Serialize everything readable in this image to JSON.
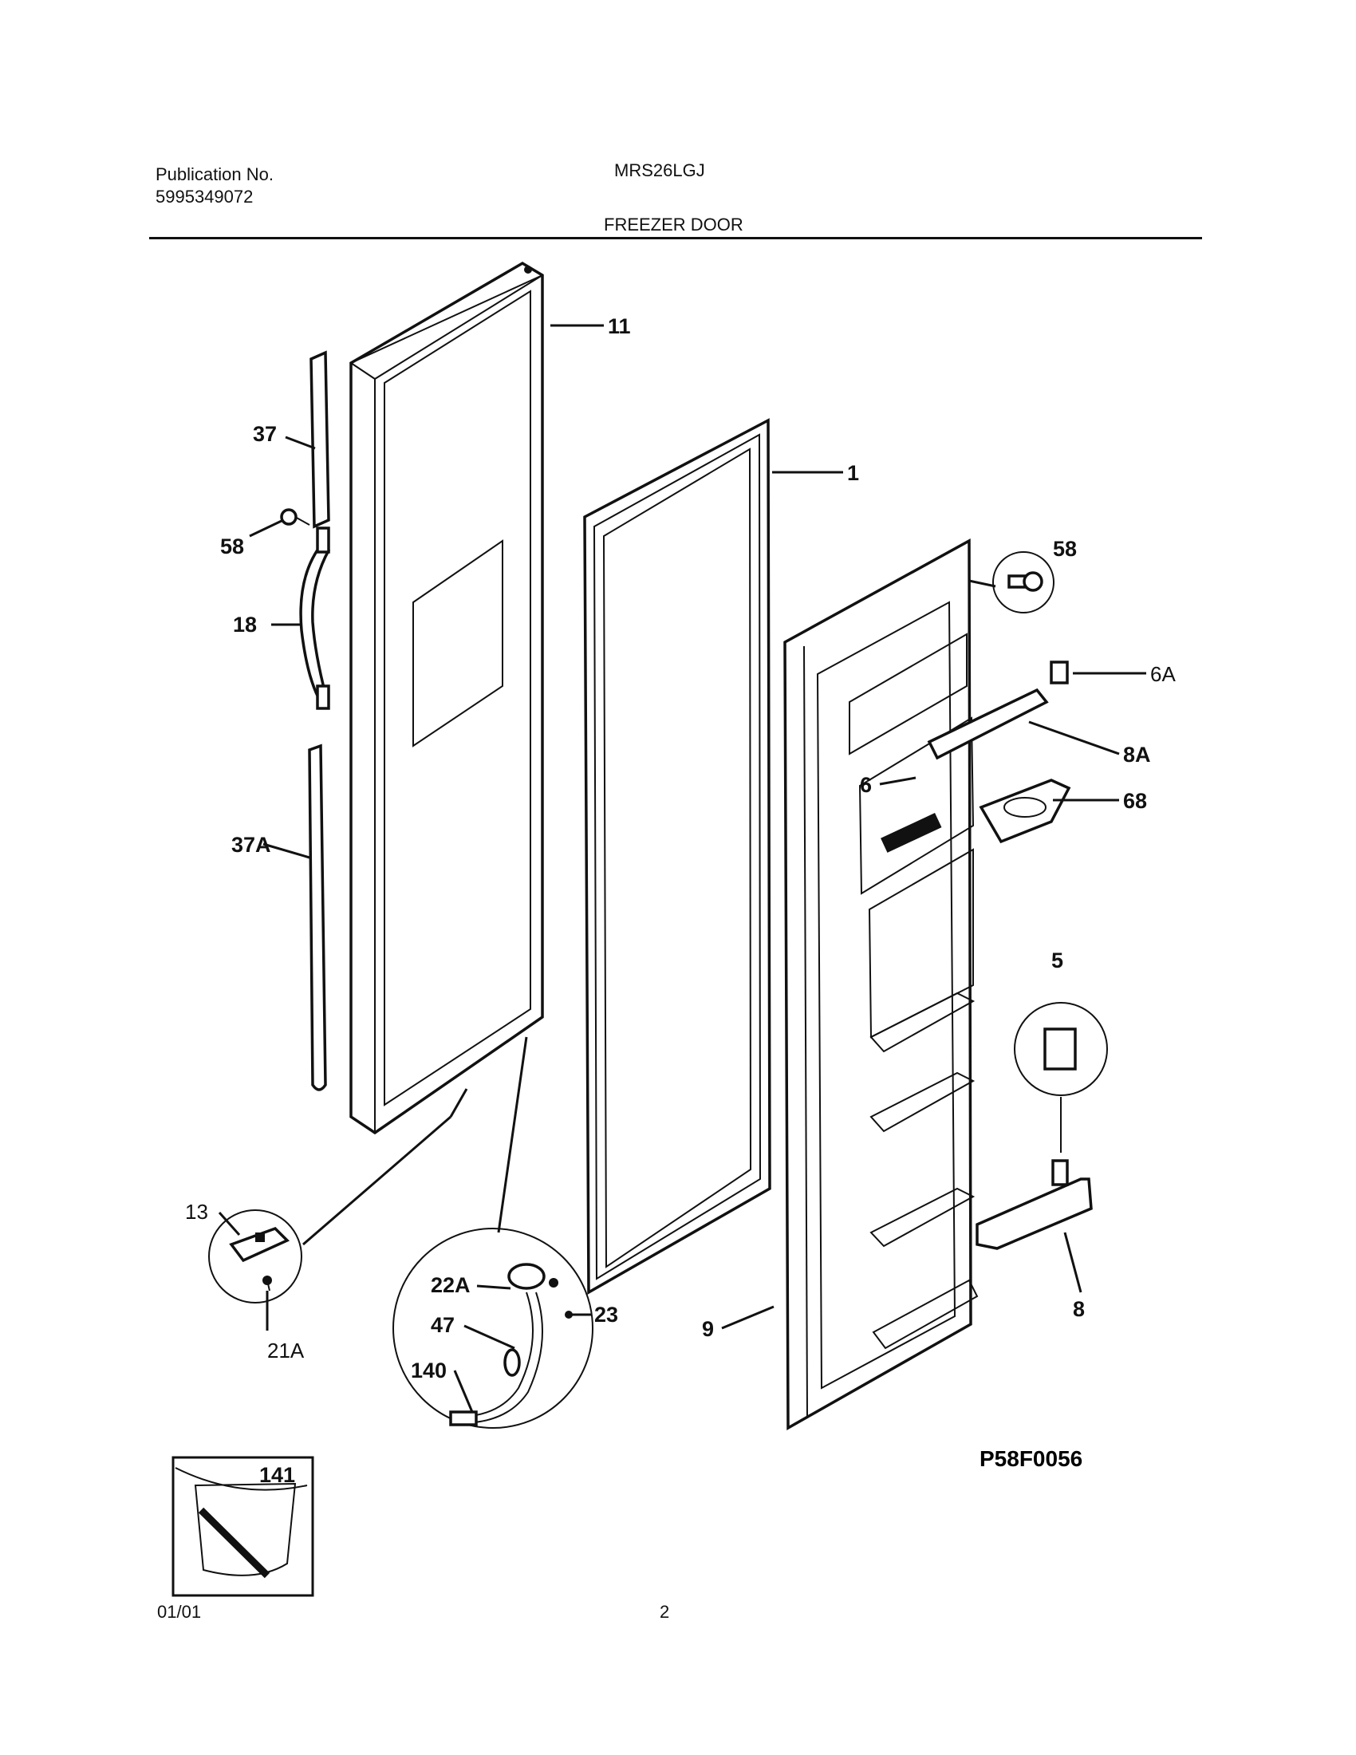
{
  "header": {
    "publication_label": "Publication No.",
    "publication_number": "5995349072",
    "model": "MRS26LGJ",
    "section_title": "FREEZER DOOR"
  },
  "callouts": {
    "p11": "11",
    "p1": "1",
    "p37": "37",
    "p58_left": "58",
    "p18": "18",
    "p37A": "37A",
    "p58_right": "58",
    "p6A": "6A",
    "p8A": "8A",
    "p6": "6",
    "p68": "68",
    "p5": "5",
    "p8": "8",
    "p13": "13",
    "p21A": "21A",
    "p22A": "22A",
    "p23": "23",
    "p47": "47",
    "p140": "140",
    "p9": "9",
    "p141": "141"
  },
  "diagram_code": "P58F0056",
  "footer": {
    "date": "01/01",
    "page": "2"
  }
}
